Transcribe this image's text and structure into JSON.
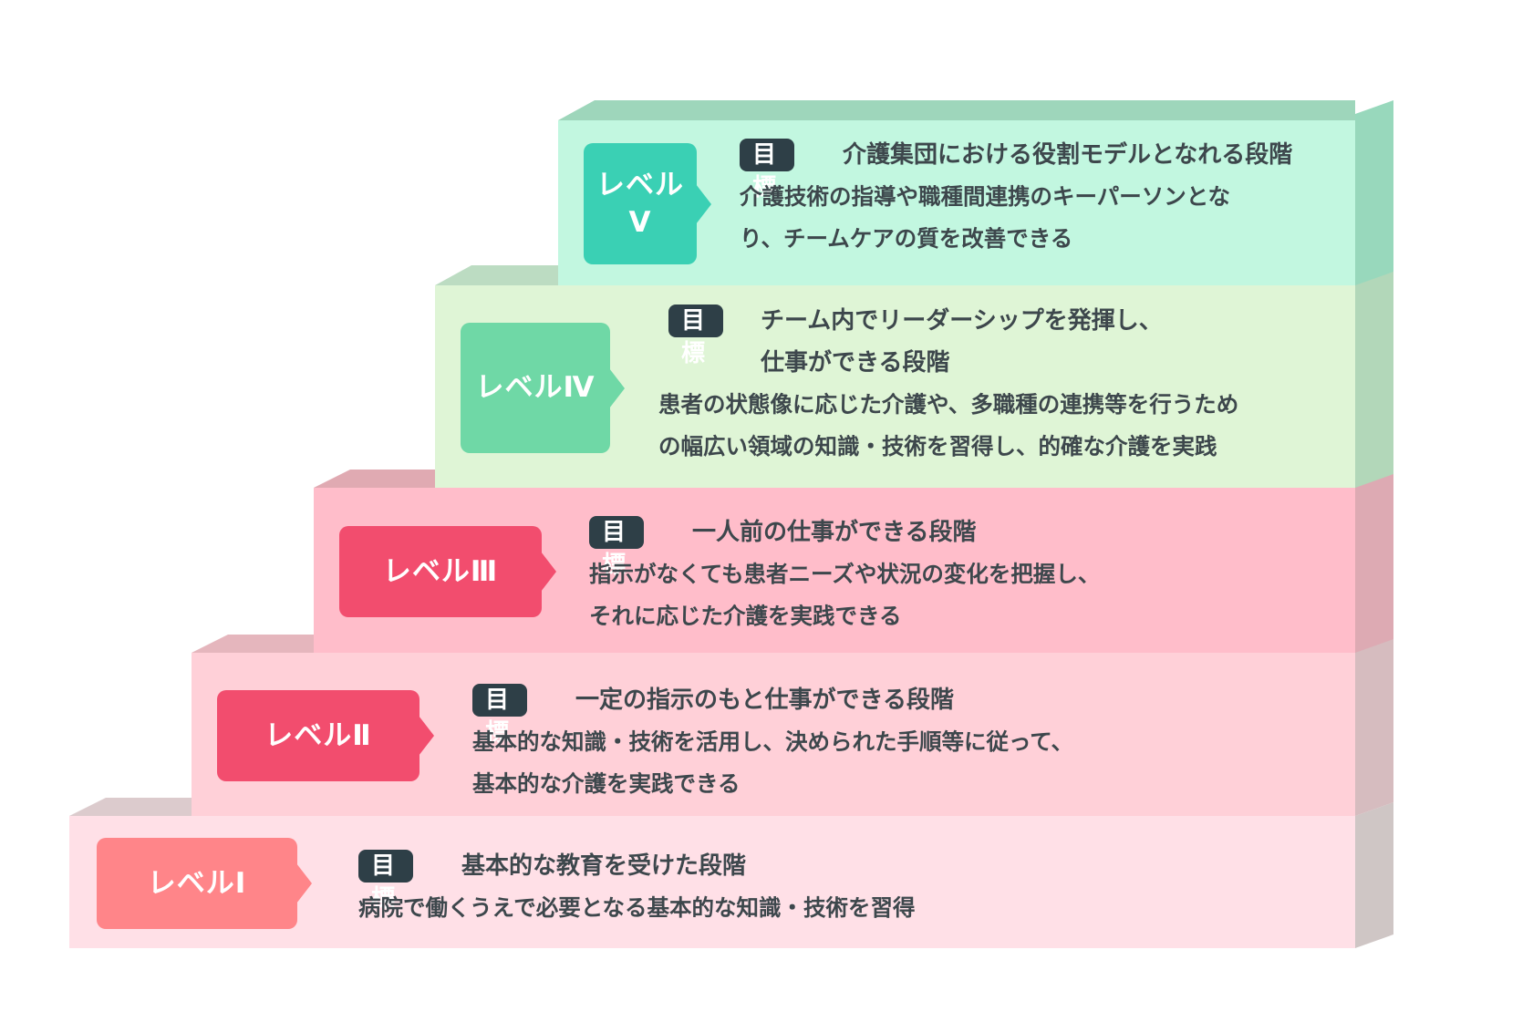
{
  "tag_label": "目標",
  "levels": [
    {
      "id": "level-5",
      "badge": "レベル\nV",
      "goal": "介護集団における役割モデルとなれる段階",
      "desc_lines": [
        "介護技術の指導や職種間連携のキーパーソンとな",
        "り、チームケアの質を改善できる"
      ],
      "colors": {
        "face": "#c2f7e0",
        "top": "#9ed6bb",
        "side": "#98d8bc",
        "badge": "#3ad0b4"
      }
    },
    {
      "id": "level-4",
      "badge": "レベルⅣ",
      "goal": "チーム内でリーダーシップを発揮し、",
      "goal_line2": "仕事ができる段階",
      "desc_lines": [
        "患者の状態像に応じた介護や、多職種の連携等を行うため",
        "の幅広い領域の知識・技術を習得し、的確な介護を実践"
      ],
      "colors": {
        "face": "#dff5d6",
        "top": "#bcdcc2",
        "side": "#b2d7b9",
        "badge": "#6fd8a6"
      }
    },
    {
      "id": "level-3",
      "badge": "レベルⅢ",
      "goal": "一人前の仕事ができる段階",
      "desc_lines": [
        "指示がなくても患者ニーズや状況の変化を把握し、",
        "それに応じた介護を実践できる"
      ],
      "colors": {
        "face": "#ffbdca",
        "top": "#e0aab2",
        "side": "#ddaab3",
        "badge": "#f24d6e"
      }
    },
    {
      "id": "level-2",
      "badge": "レベルⅡ",
      "goal": "一定の指示のもと仕事ができる段階",
      "desc_lines": [
        "基本的な知識・技術を活用し、決められた手順等に従って、",
        "基本的な介護を実践できる"
      ],
      "colors": {
        "face": "#ffd0d8",
        "top": "#e5b6bd",
        "side": "#d6bcbf",
        "badge": "#f24d6e"
      }
    },
    {
      "id": "level-1",
      "badge": "レベルⅠ",
      "goal": "基本的な教育を受けた段階",
      "desc_lines": [
        "病院で働くうえで必要となる基本的な知識・技術を習得"
      ],
      "colors": {
        "face": "#ffe0e7",
        "top": "#dccbcd",
        "side": "#cfc6c5",
        "badge": "#ff8589"
      }
    }
  ]
}
